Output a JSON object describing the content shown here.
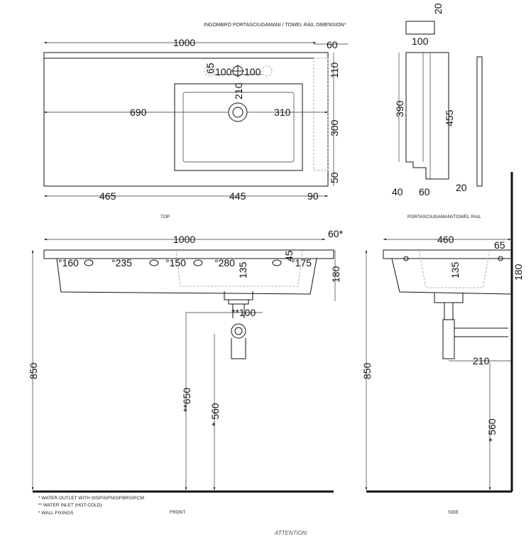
{
  "top_view": {
    "caption": "TOP",
    "towel_rail_note": "INGOMBRO PORTASCIUGAMANI / TOWEL RAIL DIMENSION*",
    "dims": {
      "overall": "1000",
      "rail_depth": "60",
      "tap_offset": "65",
      "hole_left": "100",
      "hole_right": "100",
      "drain_y": "210",
      "left_to_drain": "690",
      "drain_to_right": "310",
      "front_border": "110",
      "bowl_depth": "300",
      "back_border": "50",
      "left_shelf": "465",
      "bowl_width": "445",
      "right_border": "90"
    }
  },
  "towel_rail_view": {
    "caption": "PORTASCIUGAMANI/TOWEL RAIL",
    "dims": {
      "thickness": "20",
      "width": "100",
      "height_inner": "390",
      "height_outer": "455",
      "offset": "40",
      "depth": "60",
      "bar": "20"
    }
  },
  "front_view": {
    "caption": "FRONT",
    "dims": {
      "overall": "1000",
      "rail": "60*",
      "h1": "°160",
      "h2": "°235",
      "h3": "°150",
      "h4": "°280",
      "h5": "°175",
      "hole_drop": "45",
      "bowl_depth": "135",
      "height": "180",
      "inlet_spacing": "**100",
      "total_height": "850",
      "inlet_height": "**650",
      "outlet_height": "* 560"
    }
  },
  "side_view": {
    "caption": "SIDE",
    "dims": {
      "depth": "460",
      "hole": "65",
      "bowl_depth": "135",
      "height": "180",
      "outlet_dist": "210",
      "outlet_height": "* 560",
      "total_height": "850"
    }
  },
  "notes": [
    "*  WATER OUTLET WITH SISP\\SIFN\\SIFBR\\SIFCM",
    "** WATER INLET  (HOT-COLD)",
    "* WALL FIXINGS"
  ],
  "footer": "ATTENTION:"
}
